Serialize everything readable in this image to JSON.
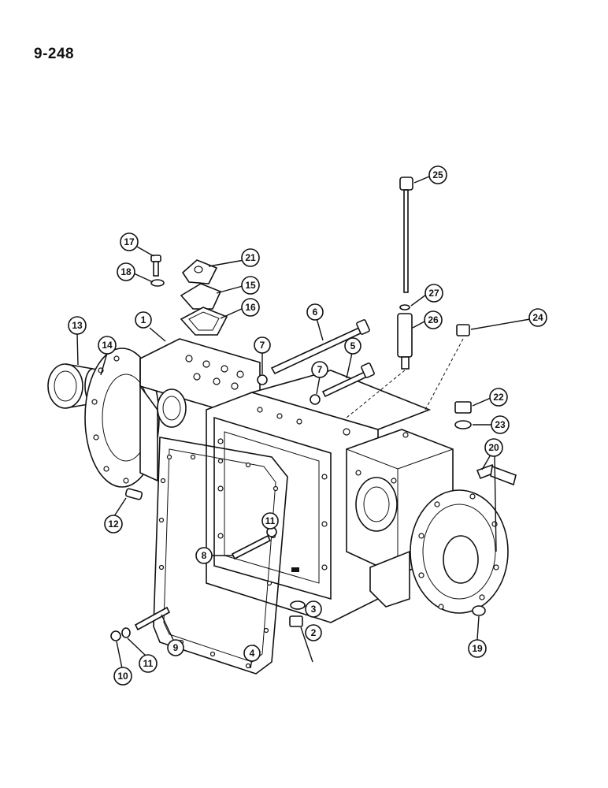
{
  "page_number": "9-248",
  "callouts": [
    {
      "id": "c1",
      "label": "1"
    },
    {
      "id": "c2",
      "label": "2"
    },
    {
      "id": "c3",
      "label": "3"
    },
    {
      "id": "c4",
      "label": "4"
    },
    {
      "id": "c5",
      "label": "5"
    },
    {
      "id": "c6",
      "label": "6"
    },
    {
      "id": "c7a",
      "label": "7"
    },
    {
      "id": "c7b",
      "label": "7"
    },
    {
      "id": "c8",
      "label": "8"
    },
    {
      "id": "c9",
      "label": "9"
    },
    {
      "id": "c10",
      "label": "10"
    },
    {
      "id": "c11a",
      "label": "11"
    },
    {
      "id": "c11b",
      "label": "11"
    },
    {
      "id": "c12",
      "label": "12"
    },
    {
      "id": "c13",
      "label": "13"
    },
    {
      "id": "c14",
      "label": "14"
    },
    {
      "id": "c15",
      "label": "15"
    },
    {
      "id": "c16",
      "label": "16"
    },
    {
      "id": "c17",
      "label": "17"
    },
    {
      "id": "c18",
      "label": "18"
    },
    {
      "id": "c19",
      "label": "19"
    },
    {
      "id": "c20",
      "label": "20"
    },
    {
      "id": "c21",
      "label": "21"
    },
    {
      "id": "c22",
      "label": "22"
    },
    {
      "id": "c23",
      "label": "23"
    },
    {
      "id": "c24",
      "label": "24"
    },
    {
      "id": "c25",
      "label": "25"
    },
    {
      "id": "c26",
      "label": "26"
    },
    {
      "id": "c27",
      "label": "27"
    }
  ]
}
